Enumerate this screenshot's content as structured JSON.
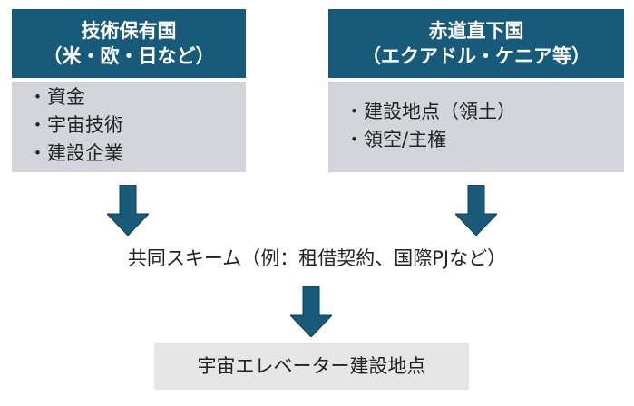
{
  "left_box": {
    "title_line1": "技術保有国",
    "title_line2": "（米・欧・日など）",
    "items": [
      "・資金",
      "・宇宙技術",
      "・建設企業"
    ]
  },
  "right_box": {
    "title_line1": "赤道直下国",
    "title_line2": "（エクアドル・ケニア等）",
    "items": [
      "・建設地点（領土）",
      "・領空/主権"
    ]
  },
  "scheme": {
    "text": "共同スキーム（例：租借契約、国際PJなど）"
  },
  "result": {
    "text": "宇宙エレベーター建設地点"
  },
  "colors": {
    "header_bg": "#175a79",
    "body_bg": "#d3d5db",
    "arrow": "#175a79",
    "result_bg": "#e6e6e6"
  }
}
